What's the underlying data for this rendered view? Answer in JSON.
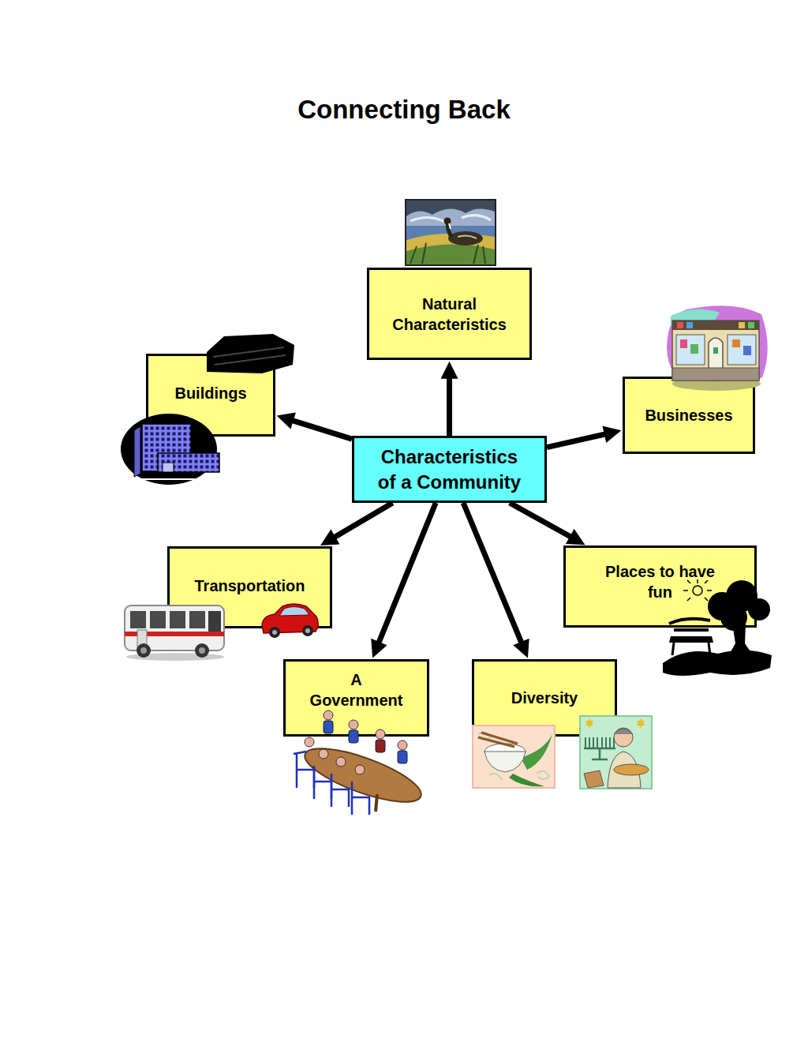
{
  "diagram": {
    "title": "Connecting Back",
    "nodes": [
      {
        "text": [
          "Natural Characteristics"
        ]
      },
      {
        "text": [
          "Buildings"
        ]
      },
      {
        "text": [
          "Businesses"
        ]
      },
      {
        "text": [
          "Characteristics of a Community"
        ]
      },
      {
        "text": [
          "Transportation"
        ]
      },
      {
        "text": [
          "Places to have fun"
        ]
      },
      {
        "text": [
          "A Government"
        ]
      },
      {
        "text": [
          "Diversity"
        ]
      }
    ],
    "edges": [
      {
        "from": 3,
        "to": 0,
        "arrow": "to"
      },
      {
        "from": 3,
        "to": 1,
        "arrow": "to"
      },
      {
        "from": 3,
        "to": 2,
        "arrow": "to"
      },
      {
        "from": 3,
        "to": 4,
        "arrow": "to"
      },
      {
        "from": 3,
        "to": 5,
        "arrow": "to"
      },
      {
        "from": 3,
        "to": 6,
        "arrow": "to"
      },
      {
        "from": 3,
        "to": 7,
        "arrow": "to"
      }
    ]
  }
}
